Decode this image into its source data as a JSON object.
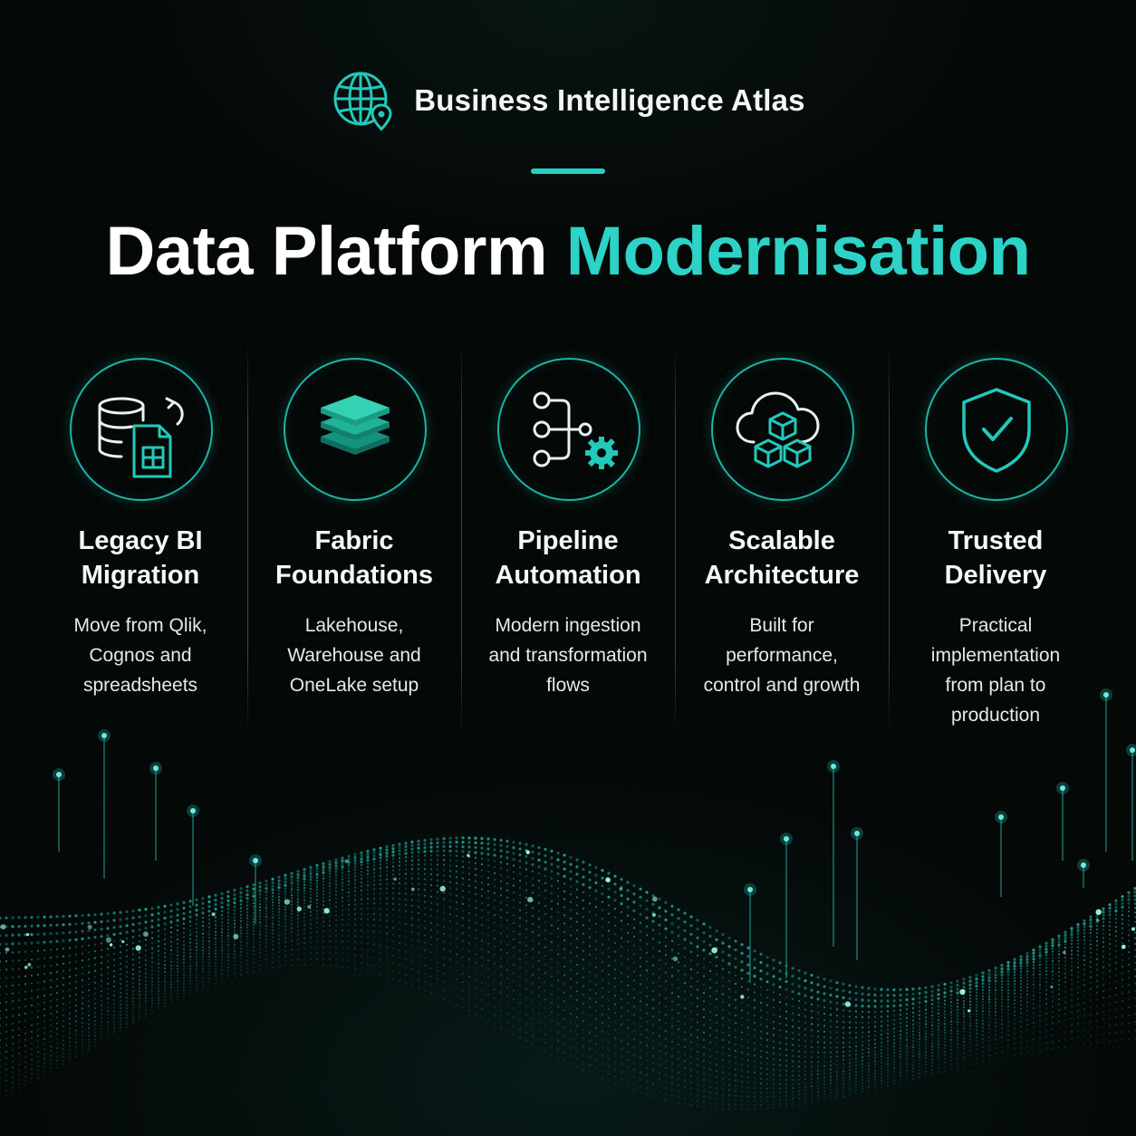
{
  "brand": {
    "name": "Business Intelligence Atlas",
    "icon": "globe-location-pin-icon"
  },
  "headline": {
    "part_white": "Data Platform",
    "part_accent": "Modernisation"
  },
  "colors": {
    "accent": "#2cd3c6",
    "background": "#040807",
    "text": "#ffffff"
  },
  "features": [
    {
      "icon": "database-document-sync-icon",
      "title_line1": "Legacy BI",
      "title_line2": "Migration",
      "desc_line1": "Move from Qlik,",
      "desc_line2": "Cognos and",
      "desc_line3": "spreadsheets",
      "desc_line4": ""
    },
    {
      "icon": "stacked-layers-icon",
      "title_line1": "Fabric",
      "title_line2": "Foundations",
      "desc_line1": "Lakehouse,",
      "desc_line2": "Warehouse and",
      "desc_line3": "OneLake setup",
      "desc_line4": ""
    },
    {
      "icon": "pipeline-gear-icon",
      "title_line1": "Pipeline",
      "title_line2": "Automation",
      "desc_line1": "Modern ingestion",
      "desc_line2": "and transformation",
      "desc_line3": "flows",
      "desc_line4": ""
    },
    {
      "icon": "cloud-cubes-icon",
      "title_line1": "Scalable",
      "title_line2": "Architecture",
      "desc_line1": "Built for",
      "desc_line2": "performance,",
      "desc_line3": "control and growth",
      "desc_line4": ""
    },
    {
      "icon": "shield-check-icon",
      "title_line1": "Trusted",
      "title_line2": "Delivery",
      "desc_line1": "Practical",
      "desc_line2": "implementation",
      "desc_line3": "from plan to",
      "desc_line4": "production"
    }
  ]
}
